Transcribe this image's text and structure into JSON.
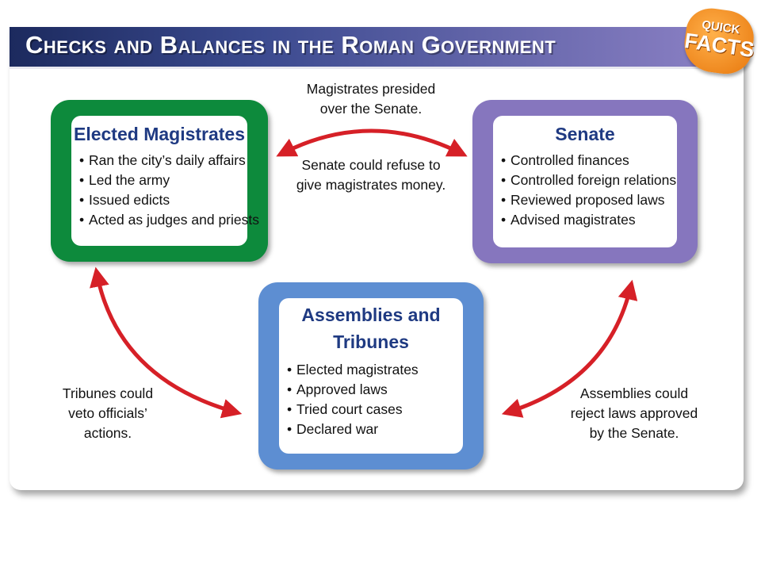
{
  "header": {
    "title": "Checks and Balances in the Roman Government",
    "badge_line1": "QUICK",
    "badge_line2": "FACTS",
    "accent_color": "#1c2a5e",
    "badge_color": "#e8780d"
  },
  "boxes": {
    "magistrates": {
      "title": "Elected Magistrates",
      "color": "#0d8a3c",
      "items": [
        "Ran the city’s daily affairs",
        "Led the army",
        "Issued edicts",
        "Acted as judges and priests"
      ]
    },
    "senate": {
      "title": "Senate",
      "color": "#8676be",
      "items": [
        "Controlled finances",
        "Controlled foreign relations",
        "Reviewed proposed laws",
        "Advised magistrates"
      ]
    },
    "assemblies": {
      "title_line1": "Assemblies and",
      "title_line2": "Tribunes",
      "color": "#5d8ed2",
      "items": [
        "Elected magistrates",
        "Approved laws",
        "Tried court cases",
        "Declared war"
      ]
    }
  },
  "connections": {
    "magistrates_senate": {
      "upper_line1": "Magistrates presided",
      "upper_line2": "over the Senate.",
      "lower_line1": "Senate could refuse to",
      "lower_line2": "give magistrates money."
    },
    "tribunes_magistrates": {
      "line1": "Tribunes could",
      "line2": "veto officials’",
      "line3": "actions."
    },
    "assemblies_senate": {
      "line1": "Assemblies could",
      "line2": "reject laws approved",
      "line3": "by the Senate."
    },
    "arrow_color": "#d62027"
  }
}
